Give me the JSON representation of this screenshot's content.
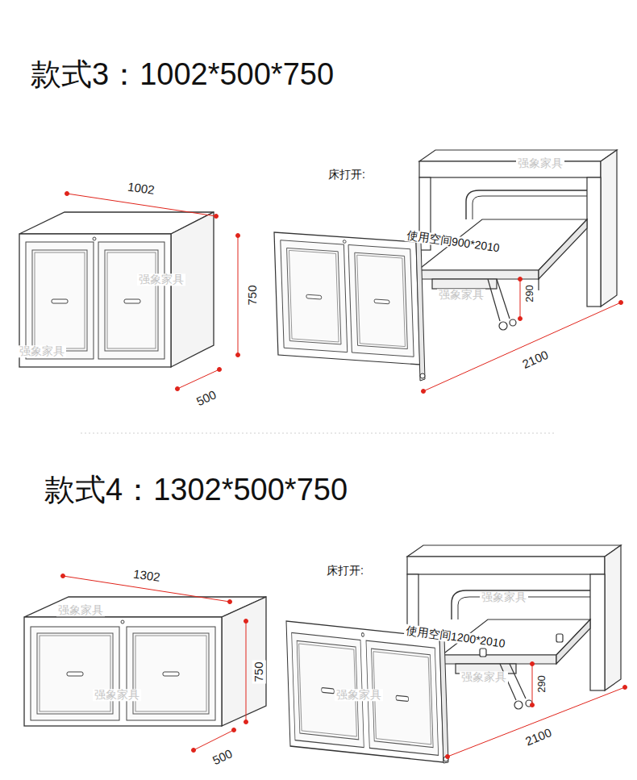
{
  "diagram": {
    "labels": [
      "款式3：1002*500*750",
      "1002",
      "750",
      "500",
      "床打开:",
      "使用空间900*2010",
      "290",
      "2100",
      "强象家具",
      "强象家具",
      "强象家具",
      "强象家具",
      "款式4：1302*500*750",
      "1302",
      "750",
      "500",
      "床打开:",
      "使用空间1200*2010",
      "290",
      "2100",
      "强象家具",
      "强象家具",
      "强象家具",
      "强象家具",
      "强象家具"
    ]
  }
}
